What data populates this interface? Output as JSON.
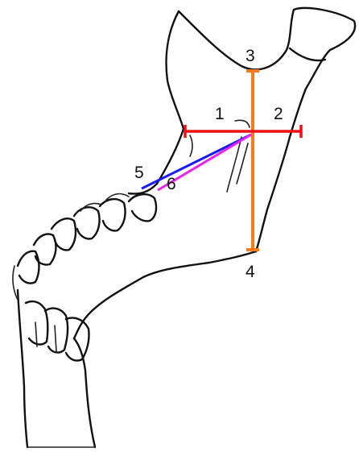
{
  "labels": {
    "p1": "1",
    "p2": "2",
    "p3": "3",
    "p4": "4",
    "p5": "5",
    "p6": "6"
  },
  "colors": {
    "horizontal_measure": "#ee1111",
    "vertical_measure": "#ff7a1a",
    "line_5": "#1a1aff",
    "line_6": "#ee22ee",
    "outline": "#111111"
  }
}
